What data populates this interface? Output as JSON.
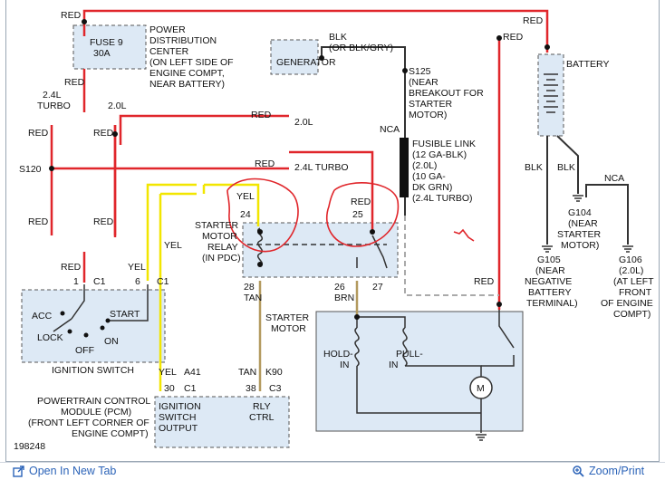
{
  "diagram": {
    "ref": "198248",
    "pdc_lines": [
      "POWER",
      "DISTRIBUTION",
      "CENTER",
      "(ON LEFT SIDE OF",
      "ENGINE COMPT,",
      "NEAR BATTERY)"
    ],
    "fuse_name": "FUSE 9",
    "fuse_amps": "30A",
    "generator": "GENERATOR",
    "battery": "BATTERY",
    "blk": "BLK",
    "blk_or": "(OR BLK/GRY)",
    "red": "RED",
    "yel": "YEL",
    "tan": "TAN",
    "brn": "BRN",
    "nca": "NCA",
    "s125_lines": [
      "S125",
      "(NEAR",
      "BREAKOUT FOR",
      "STARTER",
      "MOTOR)"
    ],
    "s120": "S120",
    "fusible_lines": [
      "FUSIBLE LINK",
      "(12 GA-BLK)",
      "(2.0L)",
      "(10 GA-",
      "DK GRN)",
      "(2.4L TURBO)"
    ],
    "turbo_24": "2.4L",
    "turbo_word": "TURBO",
    "two_l": "2.0L",
    "two4_turbo": "2.4L TURBO",
    "relay_lines": [
      "STARTER",
      "MOTOR",
      "RELAY",
      "(IN PDC)"
    ],
    "pin_24": "24",
    "pin_25": "25",
    "pin_28": "28",
    "pin_26": "26",
    "pin_27": "27",
    "pin_1": "1",
    "pin_6": "6",
    "pin_30": "30",
    "pin_38": "38",
    "c1": "C1",
    "c3": "C3",
    "a41": "A41",
    "k90": "K90",
    "ign_acc": "ACC",
    "ign_start": "START",
    "ign_lock": "LOCK",
    "ign_on": "ON",
    "ign_off": "OFF",
    "ign_title": "IGNITION SWITCH",
    "starter_motor": [
      "STARTER",
      "MOTOR"
    ],
    "hold_in": [
      "HOLD-",
      "IN"
    ],
    "pull_in": [
      "PULL-",
      "IN"
    ],
    "motor_m": "M",
    "pcm_lines": [
      "POWERTRAIN CONTROL",
      "MODULE (PCM)",
      "(FRONT LEFT CORNER OF",
      "ENGINE COMPT)"
    ],
    "pcm_ign": [
      "IGNITION",
      "SWITCH",
      "OUTPUT"
    ],
    "pcm_rly": [
      "RLY",
      "CTRL"
    ],
    "g104": [
      "G104",
      "(NEAR",
      "STARTER",
      "MOTOR)"
    ],
    "g105": [
      "G105",
      "(NEAR",
      "NEGATIVE",
      "BATTERY",
      "TERMINAL)"
    ],
    "g106": [
      "G106",
      "(2.0L)",
      "(AT LEFT",
      "FRONT",
      "OF ENGINE",
      "COMPT)"
    ]
  },
  "toolbar": {
    "open_tab": "Open In New Tab",
    "zoom_print": "Zoom/Print"
  },
  "colors": {
    "red": "#e0262b",
    "yellow": "#f2e600",
    "tan": "#b39a5f",
    "black": "#333333",
    "gray": "#777777",
    "box_fill": "#dde9f5",
    "annotation": "#e0262b",
    "link": "#2b63b8"
  }
}
